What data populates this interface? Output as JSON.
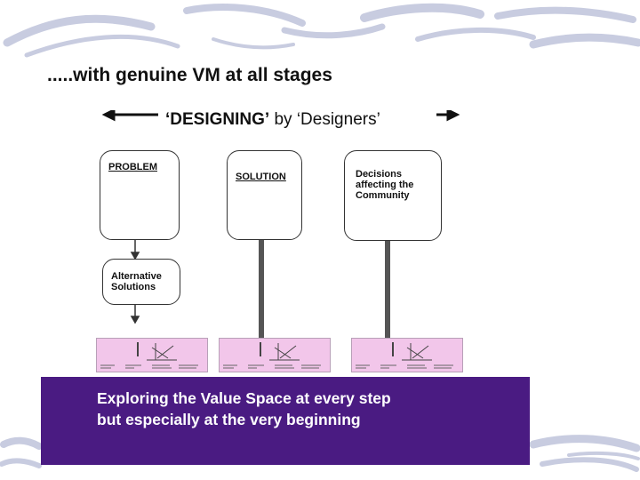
{
  "title": ".....with genuine VM at all stages",
  "designing": {
    "quoted": "‘DESIGNING’",
    "by": "by",
    "designers": "‘Designers’"
  },
  "boxes": {
    "problem": "PROBLEM",
    "solution": "SOLUTION",
    "decisions": "Decisions affecting the Community",
    "alternatives": "Alternative Solutions"
  },
  "callout": {
    "line1": "Exploring the Value Space at every step",
    "line2": "but especially at the very beginning"
  },
  "colors": {
    "callout_bg": "#4a1b82",
    "panel_pink": "#f2c6ea",
    "connector": "#555555",
    "decoration": "#c8cce0"
  }
}
